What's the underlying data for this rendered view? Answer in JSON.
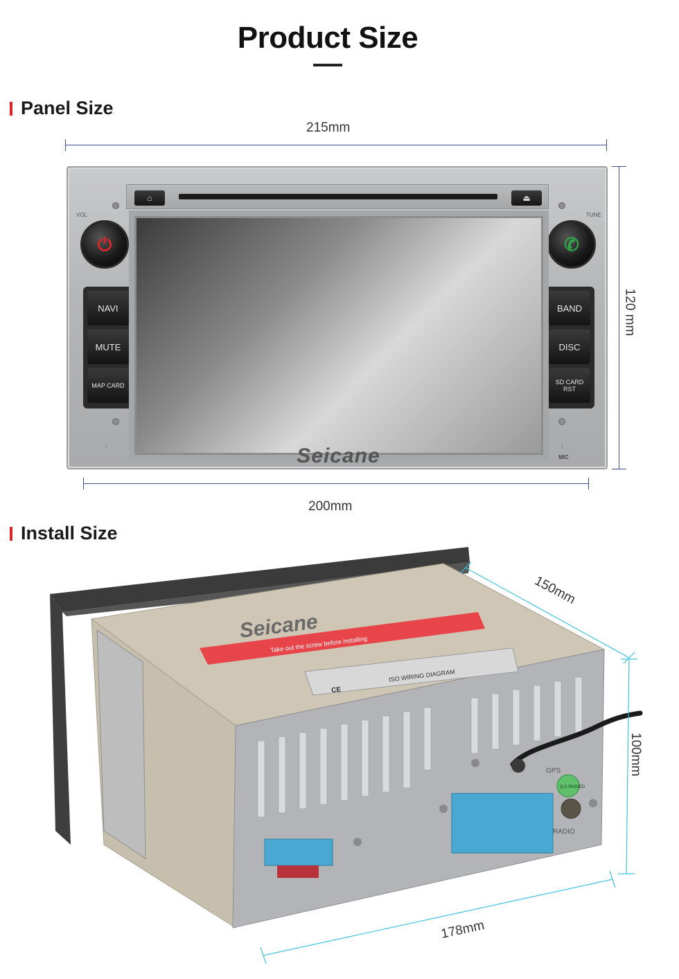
{
  "page": {
    "title": "Product Size"
  },
  "panel_section": {
    "title": "Panel Size",
    "width_top": "215mm",
    "width_bottom": "200mm",
    "height": "120 mm"
  },
  "install_section": {
    "title": "Install Size",
    "depth": "150mm",
    "height": "100mm",
    "width": "178mm"
  },
  "device": {
    "brand": "Seicane",
    "knob_left_label": "VOL",
    "knob_right_label": "TUNE",
    "left_keys": [
      "NAVI",
      "MUTE",
      "MAP CARD"
    ],
    "right_keys": [
      "BAND",
      "DISC",
      "SD CARD RST"
    ],
    "mic_label": "MIC",
    "home_icon": "home-icon",
    "eject_icon": "eject-icon",
    "power_icon": "power-icon",
    "phone_icon": "phone-icon"
  },
  "rear_unit": {
    "brand": "Seicane",
    "sticker_text": "Take out the screw before installing",
    "label_text": "ISO WIRING DIAGRAM",
    "qc_label": "Q.C PASSED",
    "gps_label": "GPS",
    "radio_label": "RADIO",
    "ce_mark": "CE"
  },
  "colors": {
    "accent": "#d9262c",
    "dimension_line": "#3f4a8a",
    "measure_line_install": "#3ec2e0"
  }
}
